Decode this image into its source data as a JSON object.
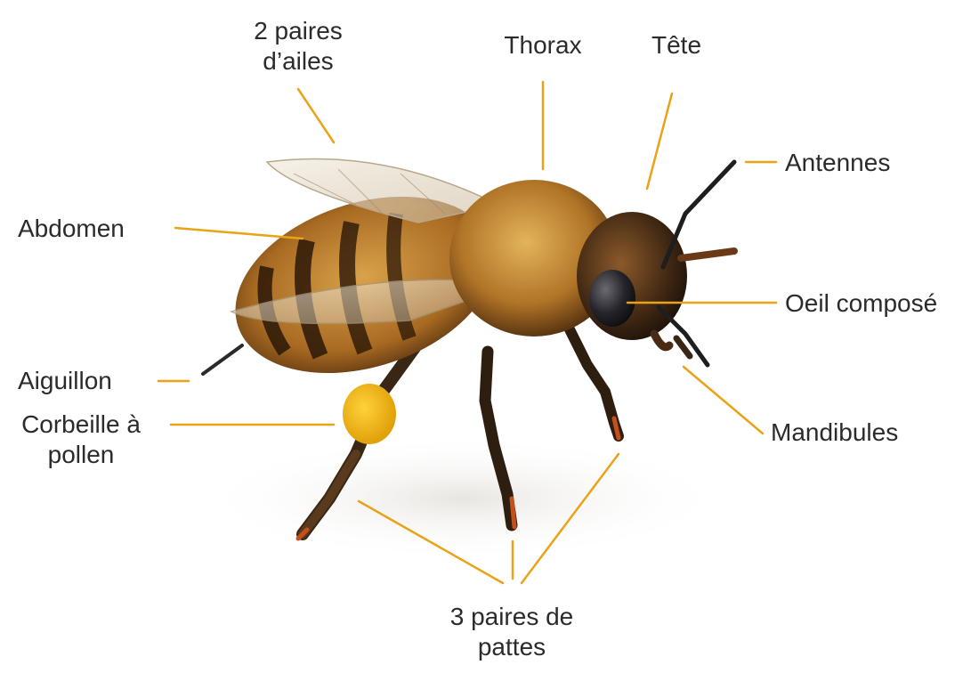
{
  "labels": {
    "wings": [
      "2 paires",
      "d’ailes"
    ],
    "thorax": "Thorax",
    "head": "Tête",
    "antennae": "Antennes",
    "abdomen": "Abdomen",
    "compound_eye": "Oeil composé",
    "stinger": "Aiguillon",
    "pollen_basket": [
      "Corbeille à",
      "pollen"
    ],
    "mandibles": "Mandibules",
    "legs": [
      "3 paires de",
      "pattes"
    ]
  },
  "colors": {
    "leader_line": "#e8a317",
    "text": "#2b2b2b",
    "background": "#ffffff"
  }
}
